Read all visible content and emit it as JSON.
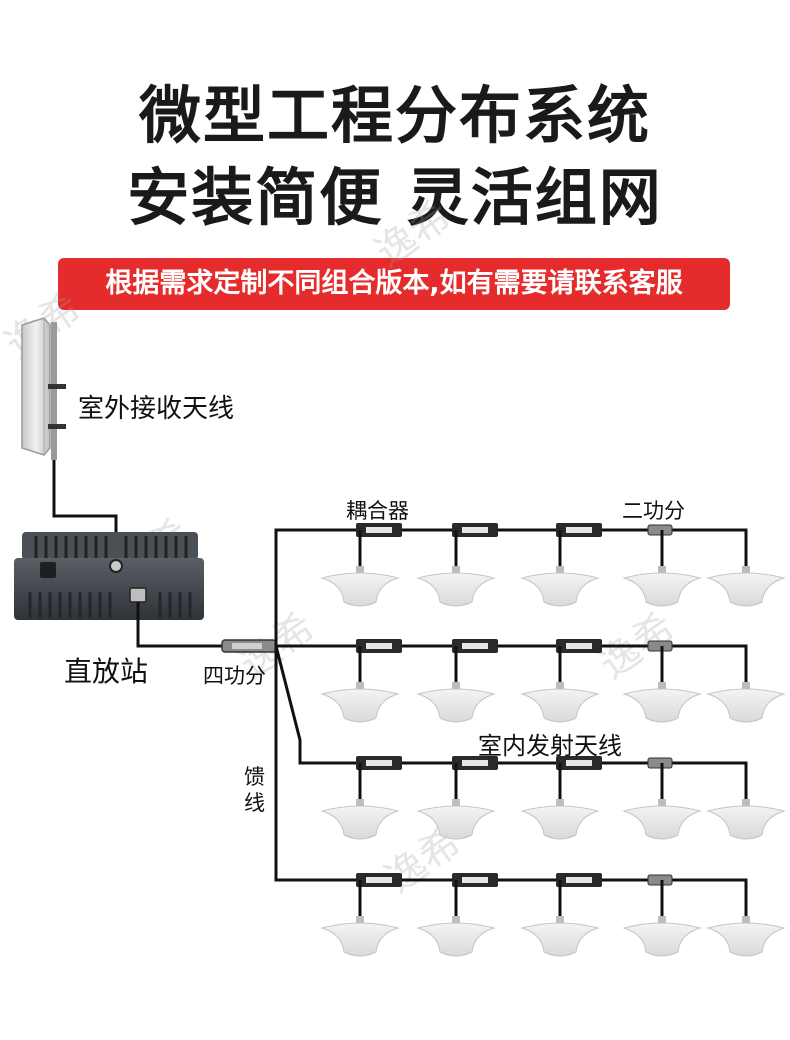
{
  "header": {
    "title_line1": "微型工程分布系统",
    "title_line2": "安装简便 灵活组网",
    "banner_text": "根据需求定制不同组合版本,如有需要请联系客服",
    "banner_color": "#e52b2b"
  },
  "labels": {
    "outdoor_antenna": "室外接收天线",
    "repeater": "直放站",
    "coupler": "耦合器",
    "two_way_splitter": "二功分",
    "four_way_splitter": "四功分",
    "indoor_antenna": "室内发射天线",
    "feeder_line": "馈线"
  },
  "watermark": "逸希"
}
